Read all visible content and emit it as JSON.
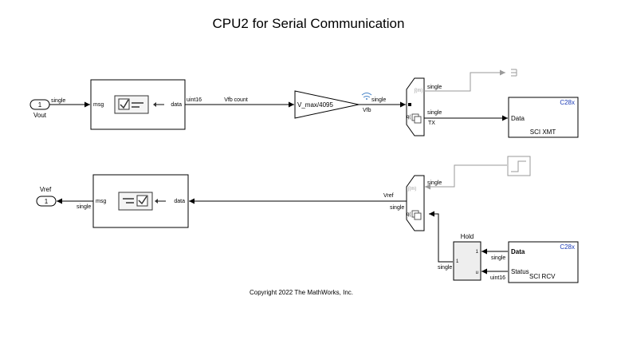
{
  "title": "CPU2 for Serial Communication",
  "copyright": "Copyright 2022 The MathWorks, Inc.",
  "colors": {
    "line": "#000000",
    "grey_line": "#9a9a9a",
    "brand_blue": "#1b3bb6",
    "wifi_blue": "#4a86c8",
    "block_border": "#000000",
    "block_fill": "#ffffff"
  },
  "top_path": {
    "inport": {
      "number": "1",
      "name": "Vout",
      "signal_type": "single"
    },
    "msg_block": {
      "in_label": "msg",
      "out_label": "data",
      "icon": "message-receive-icon"
    },
    "signal_uint16": "uint16",
    "signal_vfb_count": "Vfb count",
    "gain": {
      "label": "V_max/4095"
    },
    "signal_single": "single",
    "signal_vfb": "Vfb",
    "rate_transition": {
      "out_label": "single",
      "out2_label": "single",
      "tx_label": "TX"
    },
    "sci_xmt": {
      "brand": "C28x",
      "in_label": "Data",
      "name": "SCI XMT"
    }
  },
  "bottom_path": {
    "outport": {
      "number": "1",
      "name": "Vref",
      "signal_type": "single"
    },
    "msg_block": {
      "in_label": "data",
      "out_label": "msg",
      "icon": "message-send-icon"
    },
    "rate_transition": {
      "top_label": "single",
      "vref_label": "Vref",
      "single_label": "single"
    },
    "hold": {
      "name": "Hold",
      "in1": "1",
      "in1_signal": "single",
      "in_u": "u",
      "in_u_signal": "uint16",
      "out_label": "1",
      "out_signal": "single"
    },
    "sci_rcv": {
      "brand": "C28x",
      "data_label": "Data",
      "status_label": "Status",
      "name": "SCI RCV"
    }
  }
}
